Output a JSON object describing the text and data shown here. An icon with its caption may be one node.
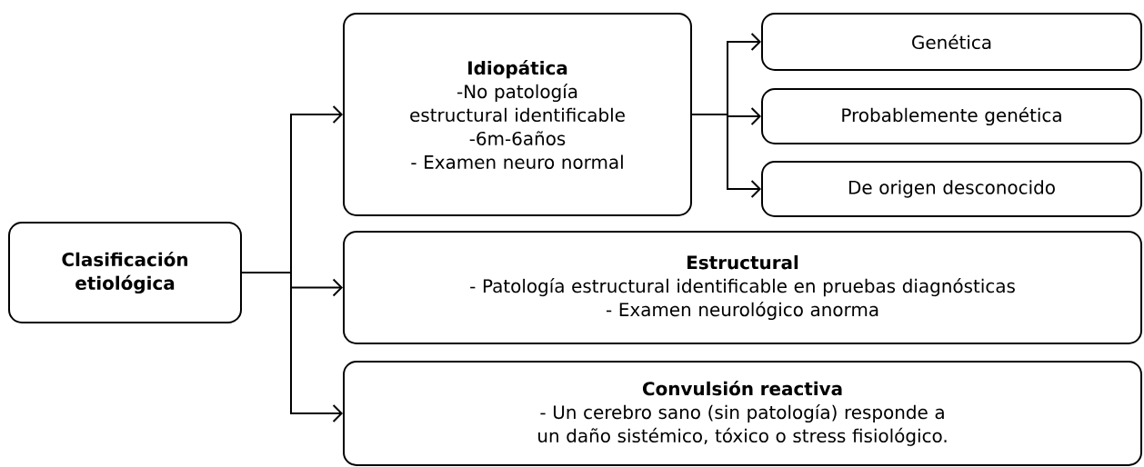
{
  "diagram": {
    "nodes": [
      {
        "text": [
          "Clasificación etiológica"
        ]
      },
      {
        "text": [
          "Idiopática",
          "-No patología estructural identificable",
          "-6m-6años",
          "- Examen neuro normal"
        ]
      },
      {
        "text": [
          "Genética"
        ]
      },
      {
        "text": [
          "Probablemente genética"
        ]
      },
      {
        "text": [
          "De origen desconocido"
        ]
      },
      {
        "text": [
          "Estructural",
          "- Patología estructural identificable en pruebas diagnósticas",
          "- Examen neurológico anorma"
        ]
      },
      {
        "text": [
          "Convulsión reactiva",
          "- Un cerebro sano (sin patología) responde a un daño sistémico, tóxico o stress fisiológico."
        ]
      }
    ],
    "edges": [
      {
        "from": 0,
        "to": 1,
        "arrow": "to"
      },
      {
        "from": 0,
        "to": 5,
        "arrow": "to"
      },
      {
        "from": 0,
        "to": 6,
        "arrow": "to"
      },
      {
        "from": 1,
        "to": 2,
        "arrow": "to"
      },
      {
        "from": 1,
        "to": 3,
        "arrow": "to"
      },
      {
        "from": 1,
        "to": 4,
        "arrow": "to"
      }
    ]
  }
}
